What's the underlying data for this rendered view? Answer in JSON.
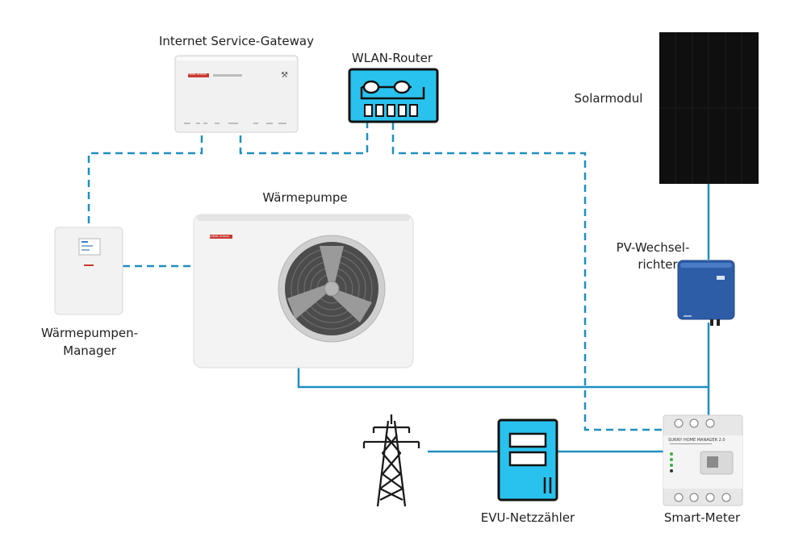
{
  "labels": {
    "gateway": "Internet Service-Gateway",
    "router": "WLAN-Router",
    "solar": "Solarmodul",
    "heatpump": "Wärmepumpe",
    "inverter_line1": "PV-Wechsel-",
    "inverter_line2": "richter",
    "manager_line1": "Wärmepumpen-",
    "manager_line2": "Manager",
    "meter": "EVU-Netzzähler",
    "smartmeter": "Smart-Meter"
  },
  "device_text": {
    "gateway_brand": "STIEBEL ELTRON",
    "heatpump_brand": "STIEBEL ELTRON",
    "smartmeter_title": "SUNNY HOME MANAGER 2.0"
  },
  "colors": {
    "connection": "#1f8fc0",
    "router_fill": "#29c2ee",
    "solar_fill": "#0f0f0f",
    "inverter_fill": "#2e5da8"
  }
}
